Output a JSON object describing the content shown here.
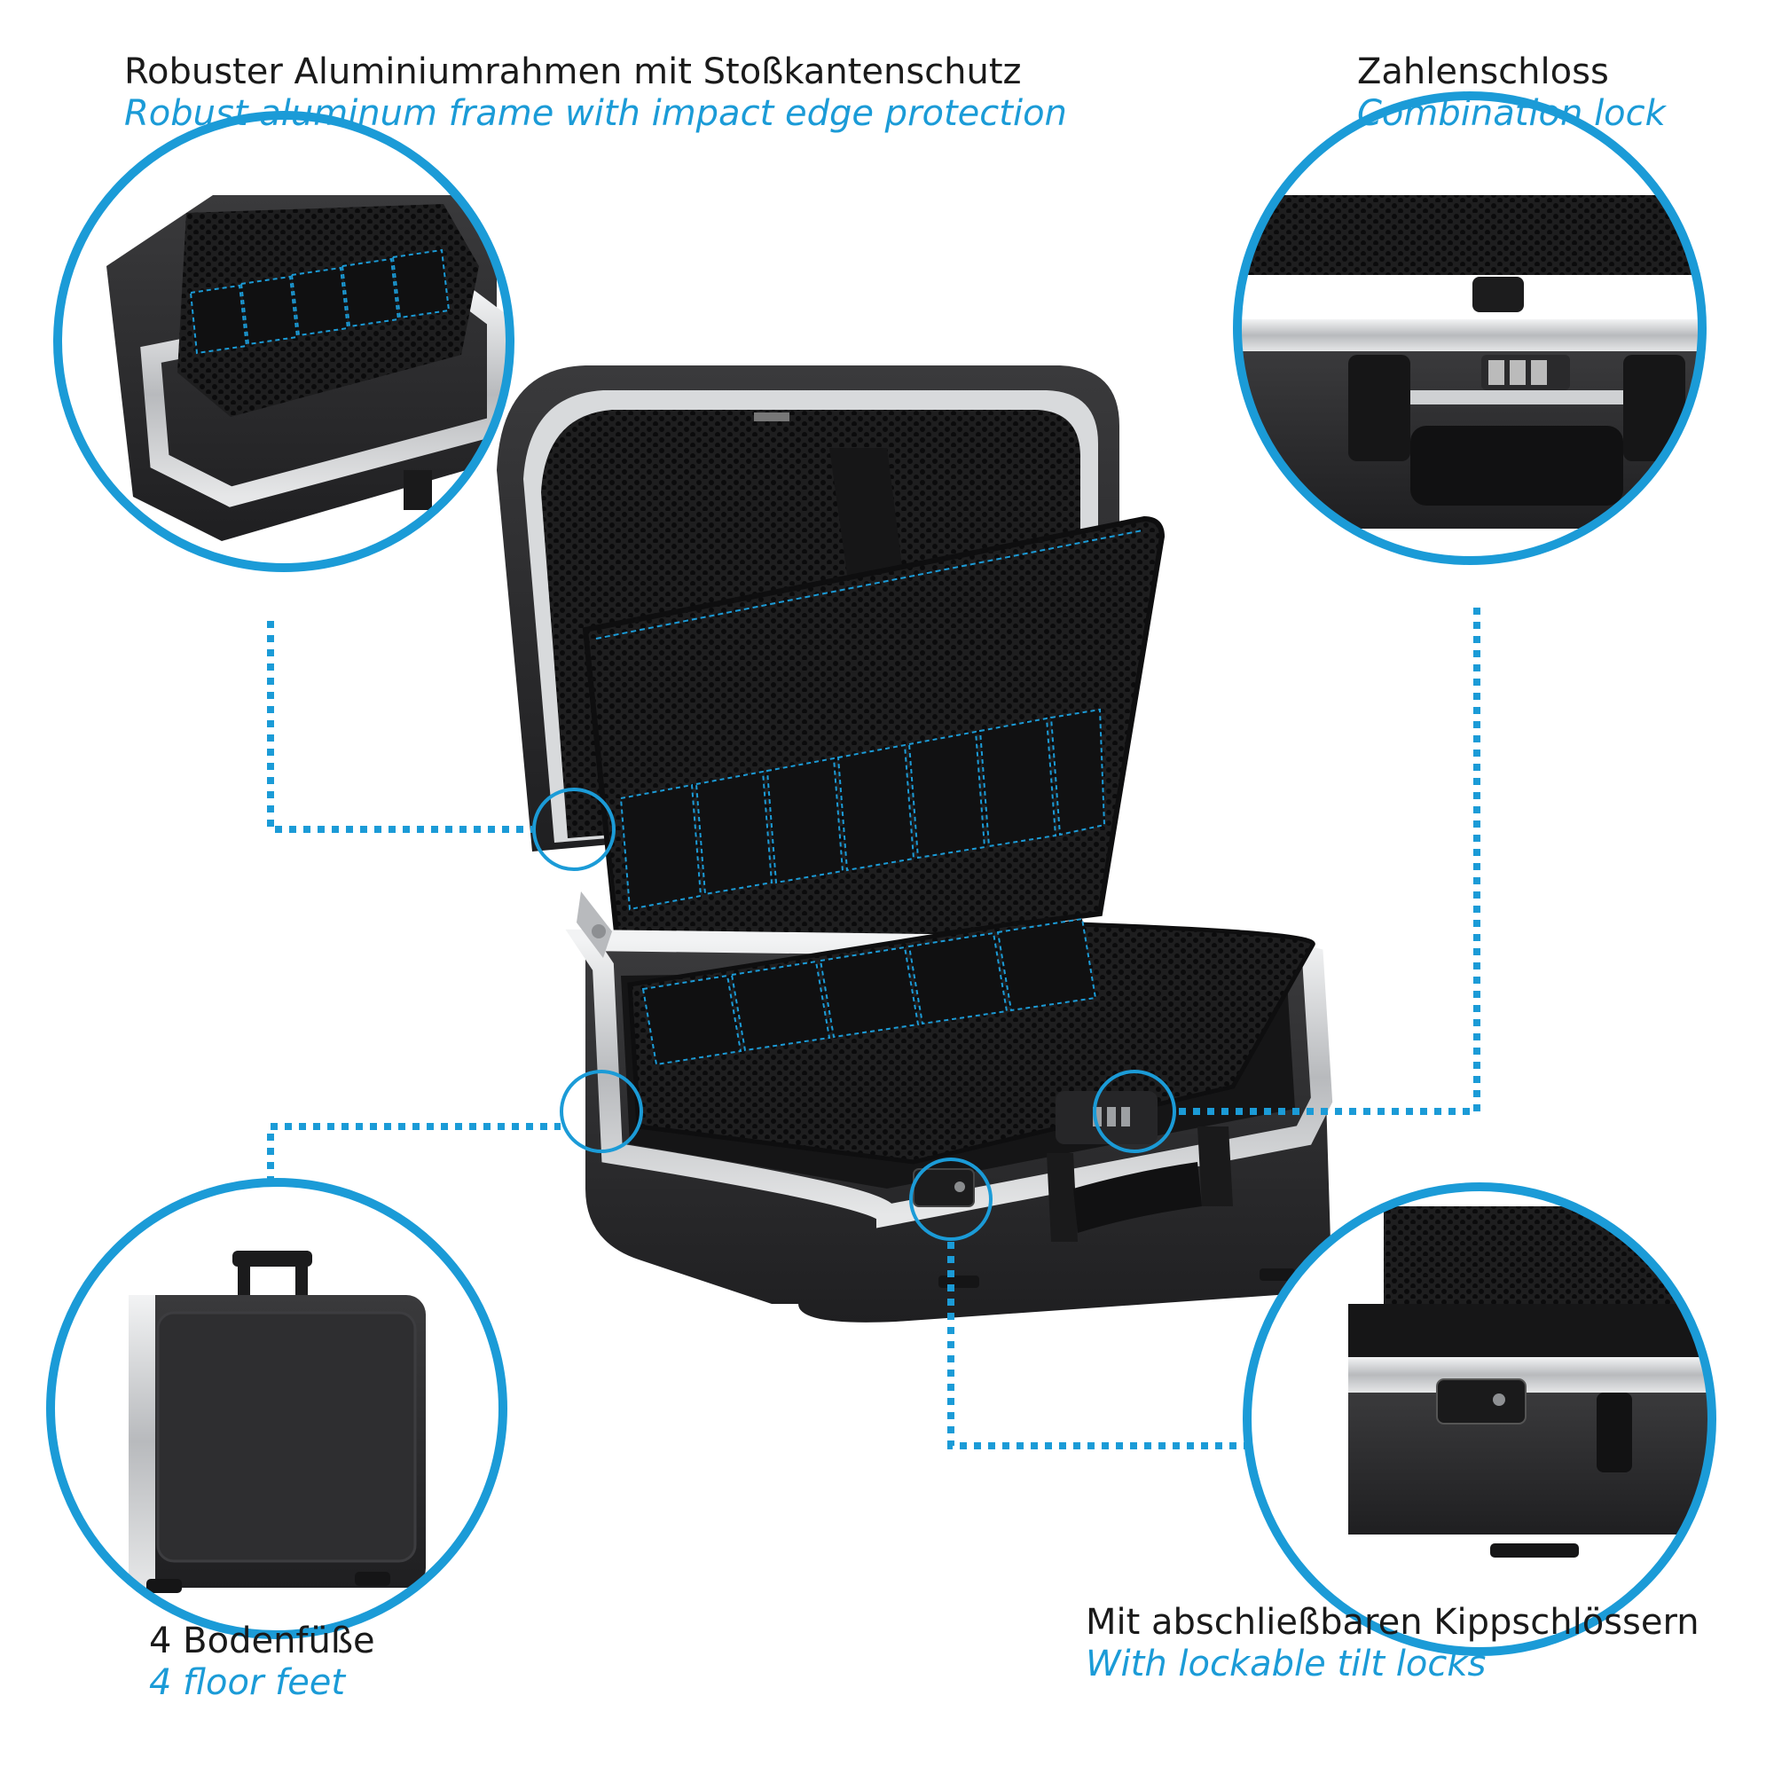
{
  "colors": {
    "accent": "#1b9bd7",
    "text": "#1a1a1a",
    "case_body": "#2b2b2d",
    "aluminum": "#c9cbcd"
  },
  "callouts": {
    "frame": {
      "de": "Robuster Aluminiumrahmen mit Stoßkantenschutz",
      "en": "Robust aluminum frame with impact edge protection"
    },
    "lock": {
      "de": "Zahlenschloss",
      "en": "Combination lock"
    },
    "feet": {
      "de": "4 Bodenfüße",
      "en": "4 floor feet"
    },
    "tilt_locks": {
      "de": "Mit abschließbaren Kippschlössern",
      "en": "With lockable tilt locks"
    }
  },
  "icons": {
    "main_product": "open-tool-case-illustration",
    "detail_frame": "aluminum-frame-closeup",
    "detail_lock": "combination-lock-closeup",
    "detail_feet": "closed-case-feet-closeup",
    "detail_tilt": "tilt-lock-closeup"
  }
}
